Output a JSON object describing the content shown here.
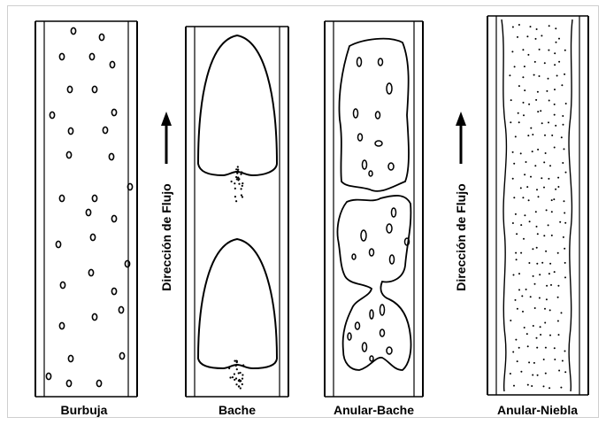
{
  "patterns": {
    "bubble": "Burbuja",
    "slug": "Bache",
    "annular_slug": "Anular-Bache",
    "annular_mist": "Anular-Niebla"
  },
  "flow_direction_label": "Dirección de Flujo",
  "colors": {
    "ink": "#000000",
    "background": "#ffffff"
  }
}
